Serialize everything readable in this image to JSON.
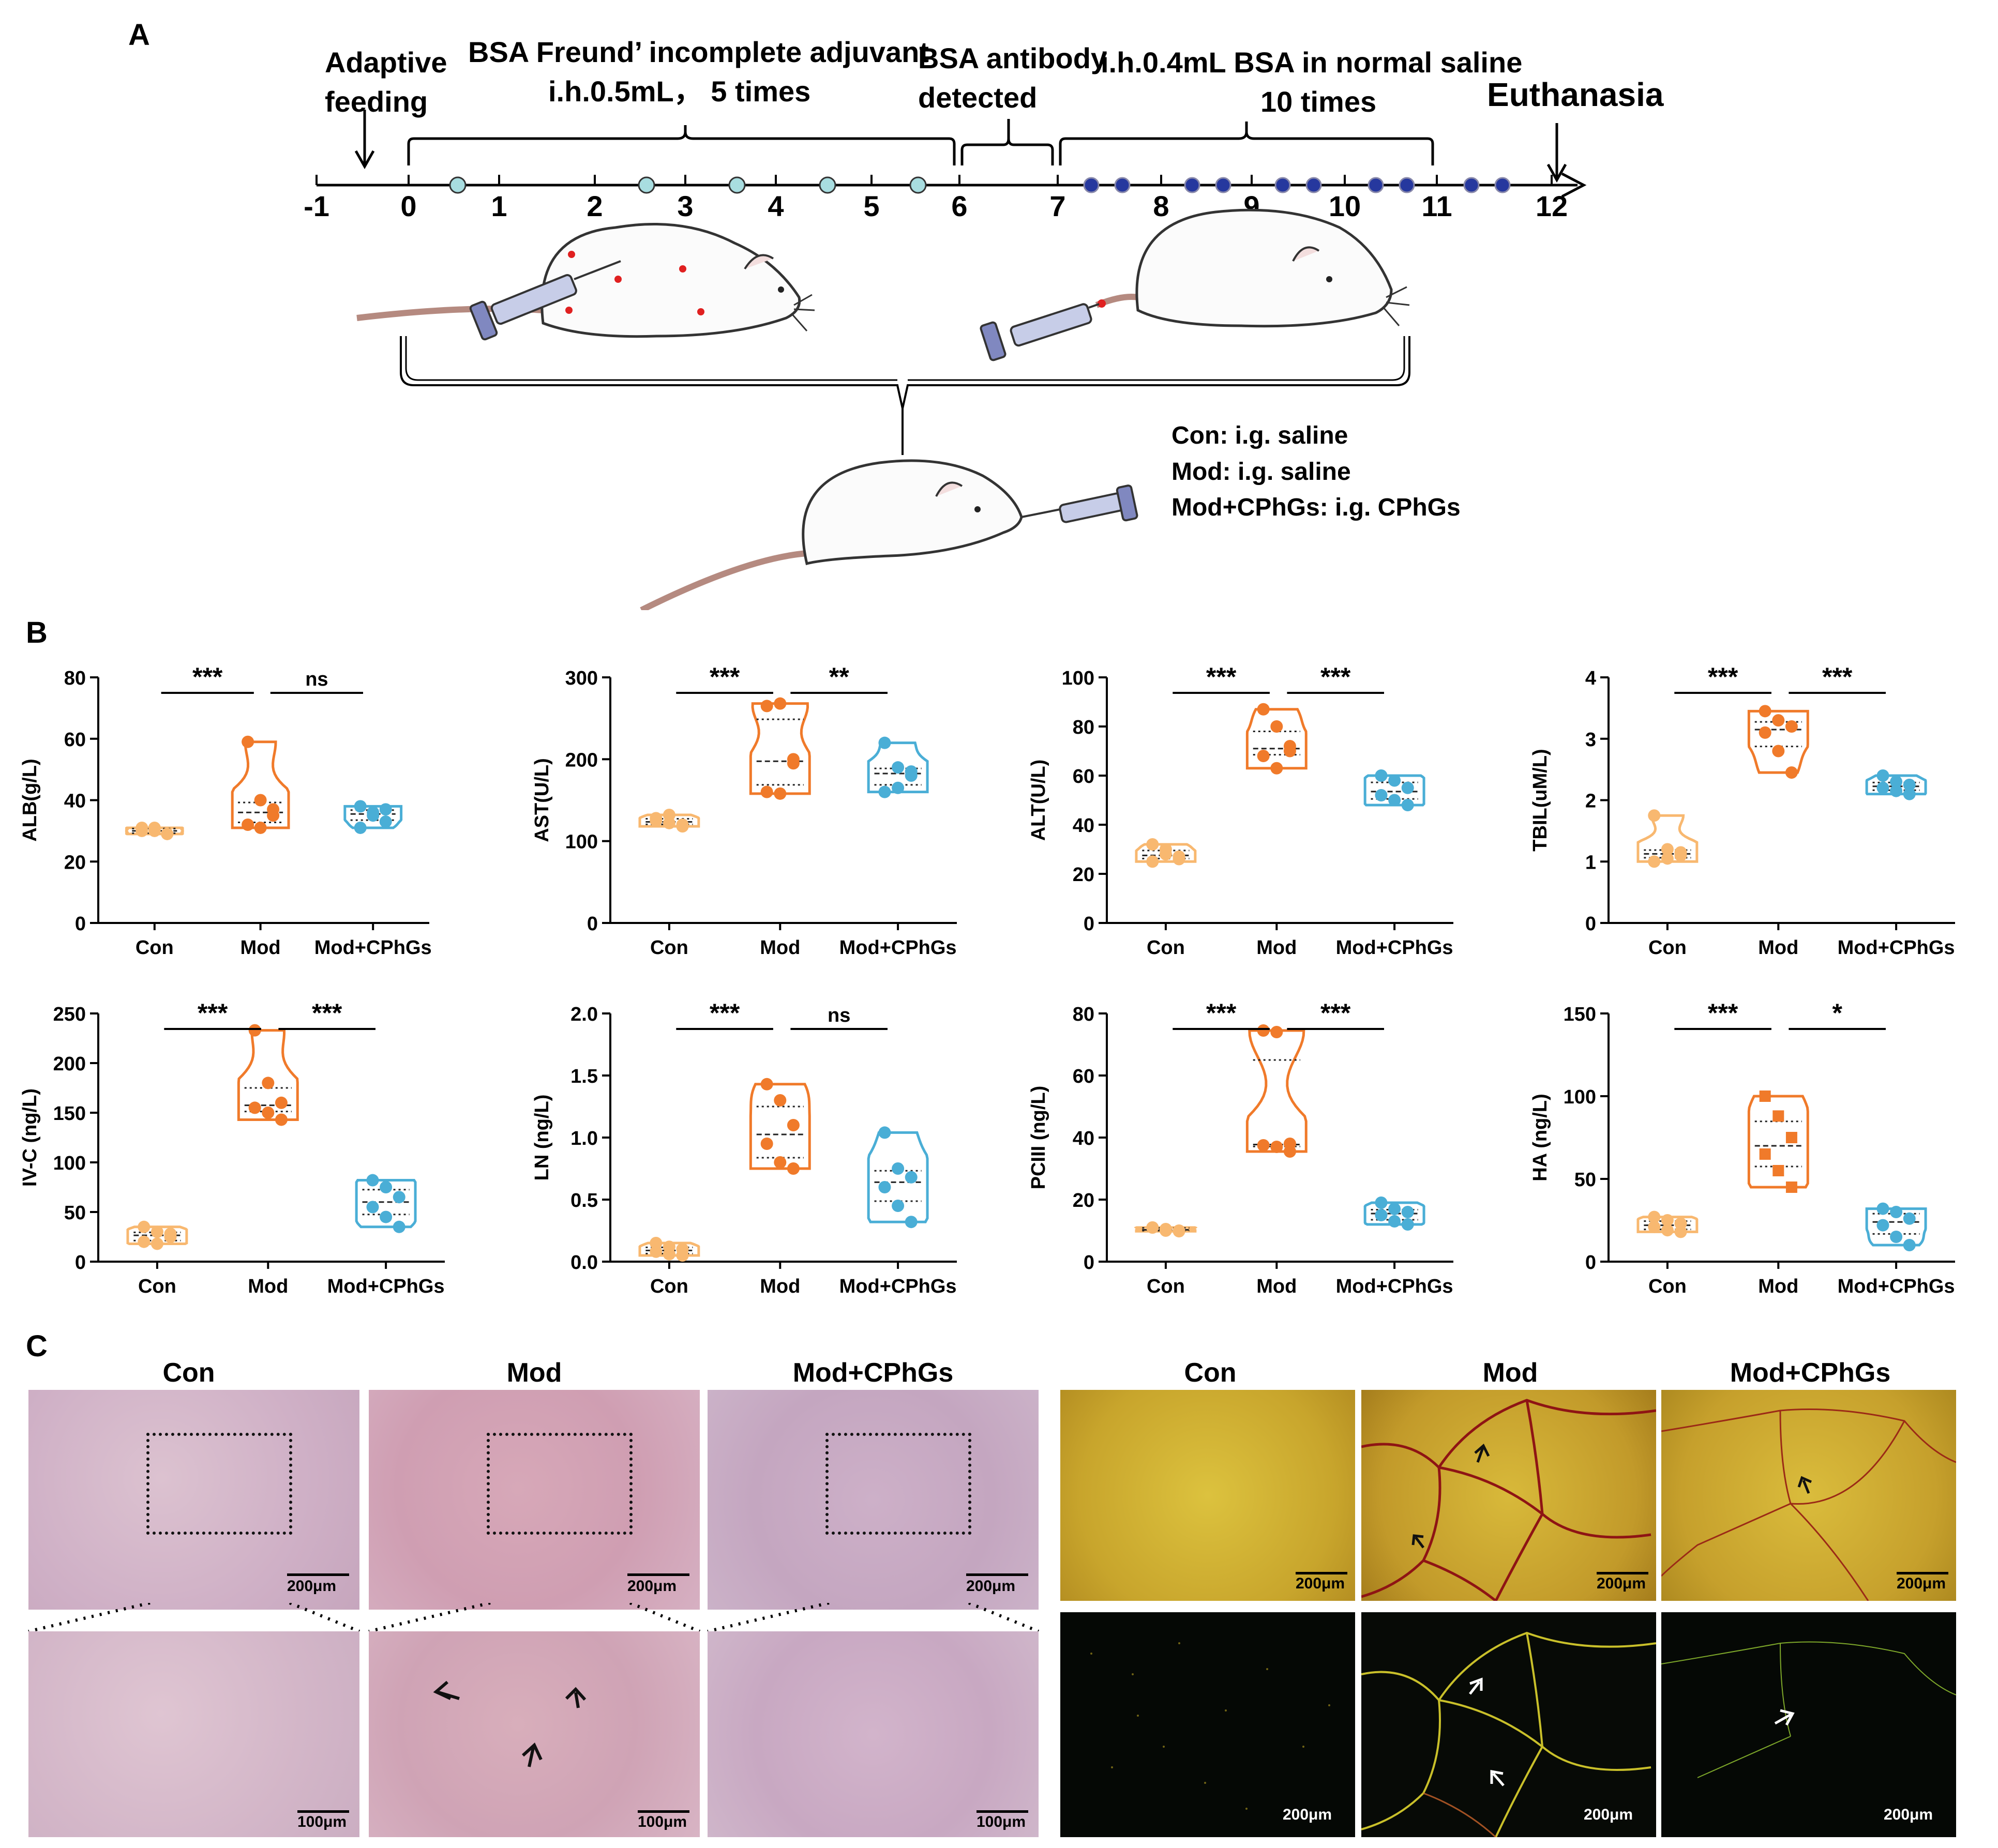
{
  "panels": {
    "a": "A",
    "b": "B",
    "c": "C"
  },
  "timeline": {
    "labels": {
      "adaptive": [
        "Adaptive",
        "feeding"
      ],
      "bsa_freund": [
        "BSA Freund’ incomplete adjuvant",
        "i.h.0.5mL， 5 times"
      ],
      "bsa_antibody": [
        "BSA antibody",
        "detected"
      ],
      "bsa_saline": [
        "i.h.0.4mL BSA in normal saline",
        "10 times"
      ],
      "euthanasia": "Euthanasia"
    },
    "ticks": [
      "-1",
      "0",
      "1",
      "2",
      "3",
      "4",
      "5",
      "6",
      "7",
      "8",
      "9",
      "10",
      "11",
      "12"
    ],
    "colors": {
      "light_dot": "#a8dde0",
      "dark_dot": "#26389e"
    }
  },
  "treatment_legend": [
    {
      "group": "Con",
      "text": ": i.g. saline"
    },
    {
      "group": "Mod",
      "text": ": i.g. saline"
    },
    {
      "group": "Mod+CPhGs",
      "text": ": i.g. CPhGs"
    }
  ],
  "groups": [
    "Con",
    "Mod",
    "Mod+CPhGs"
  ],
  "group_colors": {
    "Con": "#f8b870",
    "Mod": "#f07a2a",
    "Mod+CPhGs": "#4aaed6"
  },
  "chart_data": [
    {
      "type": "violin",
      "ylabel": "ALB(g/L)",
      "ylim": [
        0,
        80
      ],
      "yticks": [
        "0",
        "20",
        "40",
        "60",
        "80"
      ],
      "categories": [
        "Con",
        "Mod",
        "Mod+CPhGs"
      ],
      "points": [
        [
          31,
          30,
          29,
          30,
          31,
          29
        ],
        [
          59,
          40,
          37,
          32,
          31,
          35
        ],
        [
          38,
          36,
          33,
          31,
          35,
          37
        ]
      ],
      "sig": [
        "***",
        "ns"
      ]
    },
    {
      "type": "violin",
      "ylabel": "AST(U/L)",
      "ylim": [
        0,
        300
      ],
      "yticks": [
        "0",
        "100",
        "200",
        "300"
      ],
      "categories": [
        "Con",
        "Mod",
        "Mod+CPhGs"
      ],
      "points": [
        [
          128,
          122,
          118,
          125,
          132,
          120
        ],
        [
          265,
          268,
          200,
          160,
          158,
          195
        ],
        [
          220,
          190,
          180,
          160,
          165,
          185
        ]
      ],
      "sig": [
        "***",
        "**"
      ]
    },
    {
      "type": "violin",
      "ylabel": "ALT(U/L)",
      "ylim": [
        0,
        100
      ],
      "yticks": [
        "0",
        "20",
        "40",
        "60",
        "80",
        "100"
      ],
      "categories": [
        "Con",
        "Mod",
        "Mod+CPhGs"
      ],
      "points": [
        [
          32,
          30,
          27,
          25,
          28,
          26
        ],
        [
          87,
          80,
          72,
          68,
          63,
          70
        ],
        [
          60,
          58,
          55,
          52,
          50,
          48
        ]
      ],
      "sig": [
        "***",
        "***"
      ]
    },
    {
      "type": "violin",
      "ylabel": "TBIL(uM/L)",
      "ylim": [
        0,
        4
      ],
      "yticks": [
        "0",
        "1",
        "2",
        "3",
        "4"
      ],
      "categories": [
        "Con",
        "Mod",
        "Mod+CPhGs"
      ],
      "points": [
        [
          1.75,
          1.2,
          1.1,
          1.0,
          1.05,
          1.15
        ],
        [
          3.45,
          3.3,
          3.2,
          3.1,
          2.8,
          2.45
        ],
        [
          2.4,
          2.3,
          2.25,
          2.2,
          2.15,
          2.1
        ]
      ],
      "sig": [
        "***",
        "***"
      ]
    },
    {
      "type": "violin",
      "ylabel": "IV-C (ng/L)",
      "ylim": [
        0,
        250
      ],
      "yticks": [
        "0",
        "50",
        "100",
        "150",
        "200",
        "250"
      ],
      "categories": [
        "Con",
        "Mod",
        "Mod+CPhGs"
      ],
      "points": [
        [
          35,
          30,
          25,
          20,
          18,
          28
        ],
        [
          233,
          180,
          160,
          155,
          150,
          143
        ],
        [
          82,
          75,
          65,
          55,
          45,
          35
        ]
      ],
      "sig": [
        "***",
        "***"
      ]
    },
    {
      "type": "violin",
      "ylabel": "LN (ng/L)",
      "ylim": [
        0,
        2.0
      ],
      "yticks": [
        "0.0",
        "0.5",
        "1.0",
        "1.5",
        "2.0"
      ],
      "categories": [
        "Con",
        "Mod",
        "Mod+CPhGs"
      ],
      "points": [
        [
          0.15,
          0.12,
          0.1,
          0.08,
          0.06,
          0.05
        ],
        [
          1.43,
          1.3,
          1.1,
          0.95,
          0.8,
          0.75
        ],
        [
          1.04,
          0.75,
          0.68,
          0.6,
          0.45,
          0.32
        ]
      ],
      "sig": [
        "***",
        "ns"
      ]
    },
    {
      "type": "violin",
      "ylabel": "PCIII (ng/L)",
      "ylim": [
        0,
        80
      ],
      "yticks": [
        "0",
        "20",
        "40",
        "60",
        "80"
      ],
      "categories": [
        "Con",
        "Mod",
        "Mod+CPhGs"
      ],
      "points": [
        [
          11,
          10.5,
          10,
          11,
          10,
          9.8
        ],
        [
          74.5,
          74,
          38,
          37.5,
          37,
          35.5
        ],
        [
          19,
          17,
          16,
          15,
          13,
          12
        ]
      ],
      "sig": [
        "***",
        "***"
      ]
    },
    {
      "type": "violin",
      "ylabel": "HA (ng/L)",
      "ylim": [
        0,
        150
      ],
      "yticks": [
        "0",
        "50",
        "100",
        "150"
      ],
      "categories": [
        "Con",
        "Mod",
        "Mod+CPhGs"
      ],
      "points": [
        [
          27,
          25,
          23,
          21,
          19,
          18
        ],
        [
          100,
          88,
          75,
          65,
          55,
          45
        ],
        [
          32,
          30,
          26,
          22,
          15,
          10
        ]
      ],
      "sig": [
        "***",
        "*"
      ]
    }
  ],
  "micrographs": {
    "titles_left": [
      "Con",
      "Mod",
      "Mod+CPhGs"
    ],
    "titles_right": [
      "Con",
      "Mod",
      "Mod+CPhGs"
    ],
    "scale_top": "200μm",
    "scale_bottom": "100μm",
    "scale_right": "200μm"
  }
}
